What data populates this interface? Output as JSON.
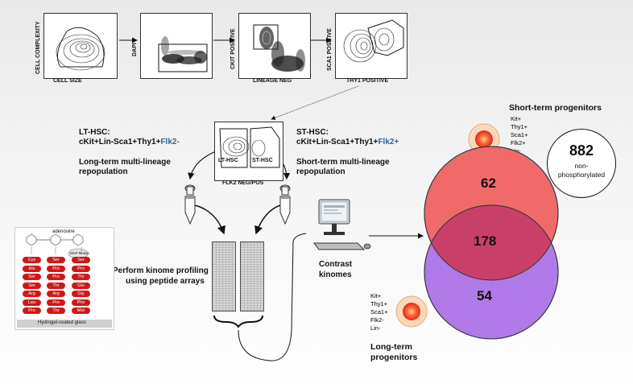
{
  "flow_plots": [
    {
      "ylabel": "CELL COMPLEXITY",
      "xlabel": "CELL SIZE"
    },
    {
      "ylabel": "DAPI",
      "xlabel": ""
    },
    {
      "ylabel": "CKIT POSITIVE",
      "xlabel": "LINEAGE NEG"
    },
    {
      "ylabel": "SCA1 POSITIVE",
      "xlabel": "THY1 POSITIVE"
    }
  ],
  "sort_plot": {
    "gate_left": "LT-HSC",
    "gate_right": "ST-HSC",
    "xlabel": "FLK2 NEG/POS"
  },
  "lt_hsc": {
    "title": "LT-HSC:",
    "markers": "cKit+Lin-Sca1+Thy1+",
    "flk": "Flk2-",
    "desc_line1": "Long-term multi-lineage",
    "desc_line2": "repopulation"
  },
  "st_hsc": {
    "title": "ST-HSC:",
    "markers": "cKit+Lin-Sca1+Thy1+",
    "flk": "Flk2+",
    "desc_line1": "Short-term multi-lineage",
    "desc_line2": "repopulation"
  },
  "kinome": {
    "line1": "Perform kinome profiling",
    "line2": "using peptide arrays"
  },
  "contrast": {
    "line1": "Contrast",
    "line2": "kinomes"
  },
  "peptide_panel": {
    "adenosine": "adenosine",
    "kinase": "MAP kinase",
    "glass": "Hydrogel-coated glass",
    "columns": [
      [
        "Cys",
        "His",
        "Ser",
        "Ser",
        "Arg",
        "Leu",
        "Pro"
      ],
      [
        "Ser",
        "Pro",
        "Pro",
        "Thr",
        "Arg",
        "Pro",
        "Thr"
      ],
      [
        "Ser",
        "Pro",
        "Thr",
        "Glu",
        "Gly",
        "Phe",
        "Met"
      ]
    ]
  },
  "short_term": {
    "title": "Short-term progenitors",
    "markers": [
      "Kit+",
      "Thy1+",
      "Sca1+",
      "Flk2+",
      "Lin-"
    ]
  },
  "long_term": {
    "title_line1": "Long-term",
    "title_line2": "progenitors",
    "markers": [
      "Kit+",
      "Thy1+",
      "Sca1+",
      "Flk2-",
      "Lin-"
    ]
  },
  "venn": {
    "short_only": "62",
    "overlap": "178",
    "long_only": "54",
    "colors": {
      "short": "#f06a6a",
      "long": "#b07ae8",
      "overlap": "#c8406a"
    }
  },
  "non_phospho": {
    "count": "882",
    "label_line1": "non-",
    "label_line2": "phosphorylated"
  }
}
